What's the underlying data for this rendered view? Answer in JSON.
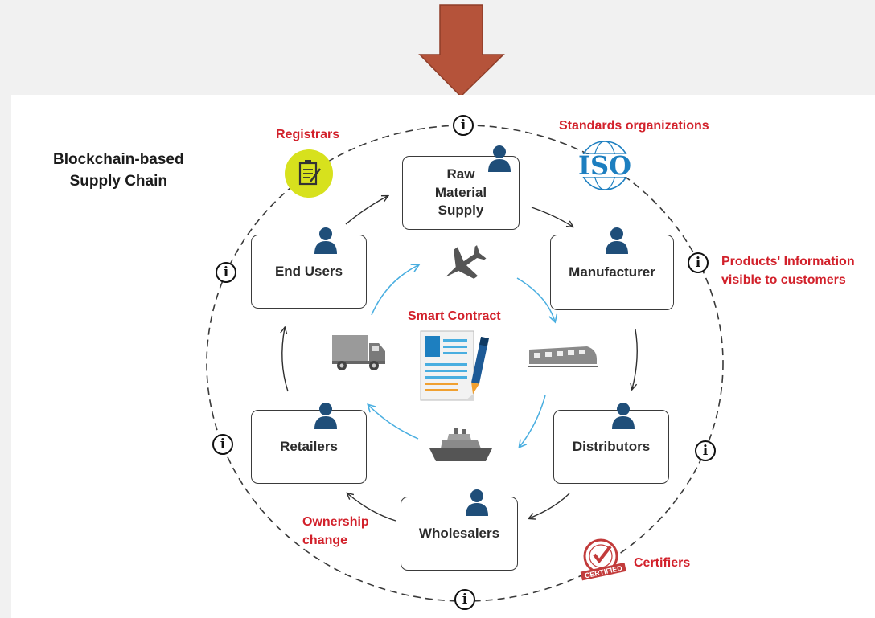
{
  "title": "Blockchain-based\nSupply Chain",
  "nodes": {
    "raw_material": "Raw\nMaterial\nSupply",
    "manufacturer": "Manufacturer",
    "distributors": "Distributors",
    "wholesalers": "Wholesalers",
    "retailers": "Retailers",
    "end_users": "End Users"
  },
  "center_label": "Smart Contract",
  "annotations": {
    "registrars": "Registrars",
    "standards": "Standards organizations",
    "products_info": "Products' Information\nvisible to customers",
    "ownership": "Ownership\nchange",
    "certifiers": "Certifiers"
  },
  "info_glyph": "i",
  "logos": {
    "iso": "ISO",
    "certified": "CERTIFIED"
  },
  "icons": [
    "arrow-down-icon",
    "notepad-icon",
    "iso-globe-icon",
    "airplane-icon",
    "train-icon",
    "ship-icon",
    "truck-icon",
    "contract-document-icon",
    "certified-stamp-icon",
    "person-icon",
    "info-icon"
  ],
  "colors": {
    "accent_red": "#d2212b",
    "arrow_brown": "#b5533a",
    "person_blue": "#1f4e79",
    "cycle_blue": "#49aee0",
    "iso_blue": "#1d7fc0",
    "registrar_yellow": "#d7e11d"
  }
}
